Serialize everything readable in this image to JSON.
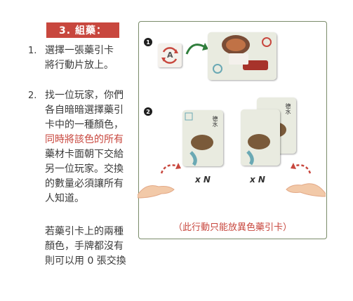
{
  "section": {
    "title": "3. 組藥："
  },
  "steps": [
    {
      "number": "1.",
      "lines": [
        "選擇一張藥引卡",
        "將行動片放上。"
      ]
    },
    {
      "number": "2.",
      "lines": [
        "找一位玩家，你們",
        "各自暗暗選擇藥引",
        "卡中的一種顏色，"
      ],
      "red_lines": [
        "同時將該色的所有"
      ],
      "more_lines": [
        "藥材卡面朝下交給",
        "另一位玩家。交換",
        "的數量必須讓所有",
        "人知道。"
      ]
    }
  ],
  "note": {
    "lines": [
      "若藥引卡上的兩種",
      "顏色，手牌都沒有",
      "則可以用 0 張交換"
    ]
  },
  "diagram": {
    "badge1": "1",
    "badge2": "2",
    "action_tile_text": "A",
    "card_label": "德水",
    "exchange_left": "x N",
    "exchange_right": "x N",
    "footnote": "（此行動只能放異色藥引卡）",
    "colors": {
      "accent": "#c8473e",
      "border": "#7a8c6a",
      "card": "#e9ebe0",
      "teal": "#6aa9b4",
      "arrow_green": "#2f7d3b"
    }
  }
}
